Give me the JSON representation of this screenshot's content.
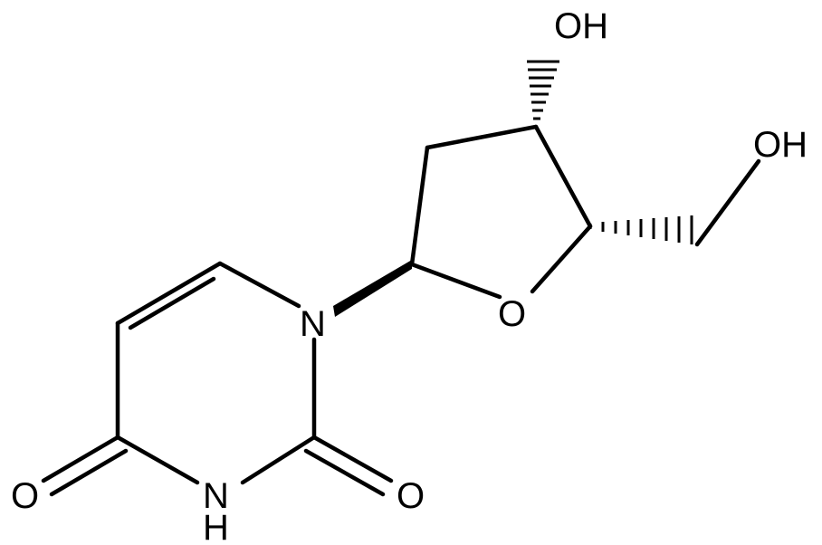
{
  "molecule": {
    "atoms": {
      "oh_top": "OH",
      "oh_right": "OH",
      "ring_oxygen": "O",
      "nitrogen_1": "N",
      "carbonyl_o_left": "O",
      "carbonyl_o_right": "O",
      "n_h_label": "N",
      "n_h_hydrogen": "H"
    }
  }
}
